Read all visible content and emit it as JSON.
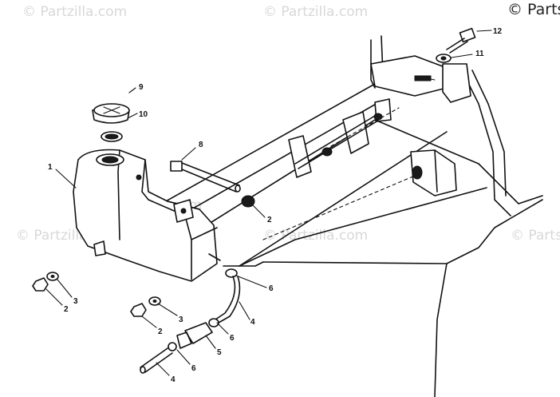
{
  "watermark": {
    "text": "© Partzilla.com",
    "corner_text": "© Parts"
  },
  "callouts": [
    {
      "id": "c12",
      "label": "12"
    },
    {
      "id": "c11",
      "label": "11"
    },
    {
      "id": "c9",
      "label": "9"
    },
    {
      "id": "c10",
      "label": "10"
    },
    {
      "id": "c8",
      "label": "8"
    },
    {
      "id": "c1",
      "label": "1"
    },
    {
      "id": "c2a",
      "label": "2"
    },
    {
      "id": "c3a",
      "label": "3"
    },
    {
      "id": "c2b",
      "label": "2"
    },
    {
      "id": "c6a",
      "label": "6"
    },
    {
      "id": "c3b",
      "label": "3"
    },
    {
      "id": "c2c",
      "label": "2"
    },
    {
      "id": "c4a",
      "label": "4"
    },
    {
      "id": "c6b",
      "label": "6"
    },
    {
      "id": "c5",
      "label": "5"
    },
    {
      "id": "c6c",
      "label": "6"
    },
    {
      "id": "c4b",
      "label": "4"
    }
  ]
}
